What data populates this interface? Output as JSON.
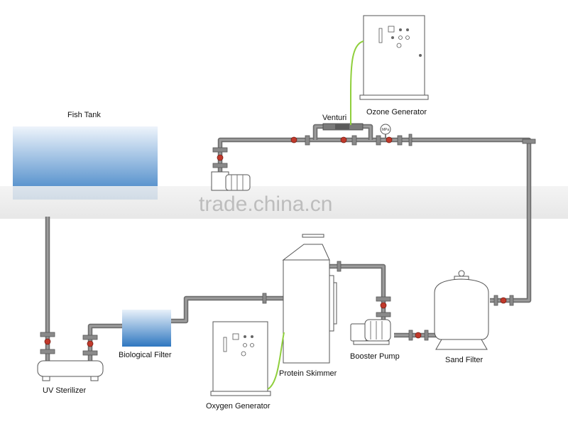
{
  "labels": {
    "fish_tank": "Fish Tank",
    "venturi": "Venturi",
    "ozone_generator": "Ozone Generator",
    "uv_sterilizer": "UV Sterilizer",
    "biological_filter": "Biological Filter",
    "protein_skimmer": "Protein Skimmer",
    "oxygen_generator": "Oxygen Generator",
    "booster_pump": "Booster Pump",
    "sand_filter": "Sand Filter",
    "gauge": "MPa"
  },
  "watermark": "trade.china.cn",
  "colors": {
    "pipe": "#6e6e6e",
    "valve": "#c0392b",
    "water_top": "#e6f0fa",
    "water_bottom": "#3a7fc4",
    "gas_line": "#8fcf3c"
  }
}
